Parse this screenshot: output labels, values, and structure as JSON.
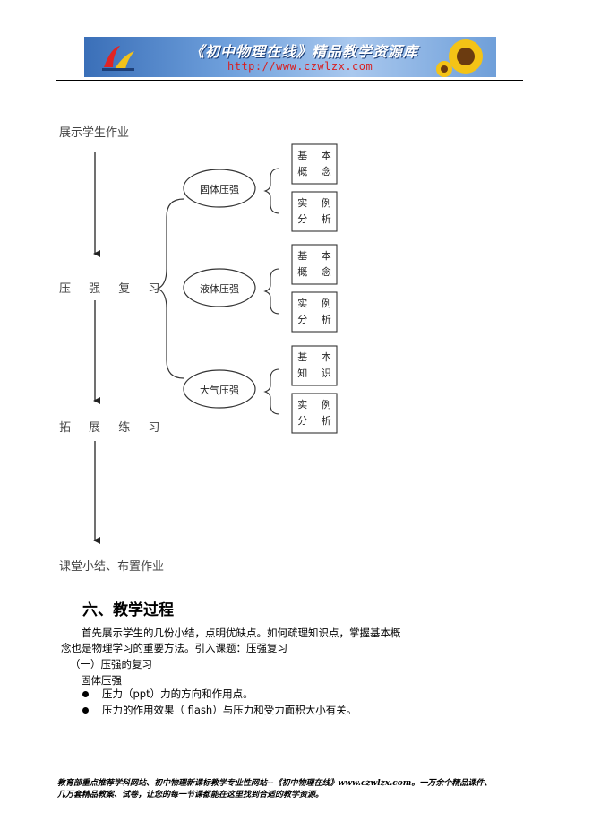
{
  "header": {
    "banner_title": "《初中物理在线》精品教学资源库",
    "banner_url": "http://www.czwlzx.com"
  },
  "diagram": {
    "stages": [
      "展示学生作业",
      "压 强 复 习",
      "拓 展 练 习",
      "课堂小结、布置作业"
    ],
    "topics": [
      {
        "label": "固体压强",
        "boxes": [
          [
            "基  本",
            "概  念"
          ],
          [
            "实  例",
            "分  析"
          ]
        ]
      },
      {
        "label": "液体压强",
        "boxes": [
          [
            "基  本",
            "概  念"
          ],
          [
            "实  例",
            "分  析"
          ]
        ]
      },
      {
        "label": "大气压强",
        "boxes": [
          [
            "基  本",
            "知  识"
          ],
          [
            "实  例",
            "分  析"
          ]
        ]
      }
    ]
  },
  "body": {
    "section_title": "六、教学过程",
    "para_line1": "首先展示学生的几份小结，点明优缺点。如何疏理知识点，掌握基本概",
    "para_line2": "念也是物理学习的重要方法。引入课题：压强复习",
    "sub_heading": "（一）压强的复习",
    "sub_sub_heading": "固体压强",
    "bullets": [
      "压力（ppt）力的方向和作用点。",
      "压力的作用效果（ flash）与压力和受力面积大小有关。"
    ]
  },
  "footer": {
    "line1": "教育部重点推荐学科网站、初中物理新课标教学专业性网站--《初中物理在线》www.czwlzx.com。一万余个精品课件、",
    "line2": "几万套精品教案、试卷，让您的每一节课都能在这里找到合适的教学资源。"
  }
}
